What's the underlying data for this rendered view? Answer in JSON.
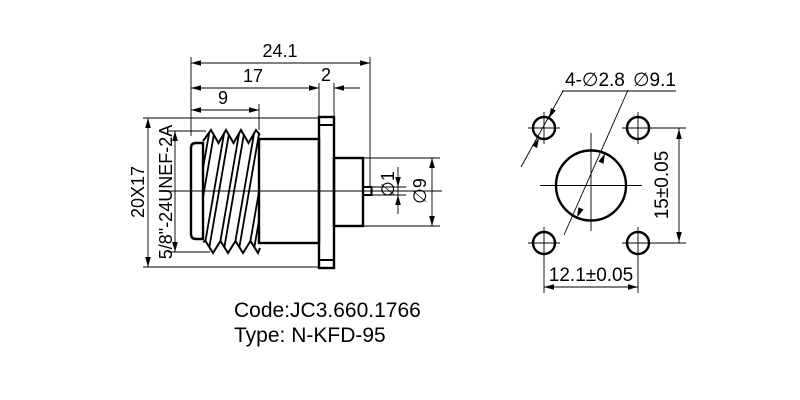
{
  "side_view": {
    "overall_length": "24.1",
    "body_length": "17",
    "flange_thickness": "2",
    "thread_length": "9",
    "flange_callout": "20X17",
    "thread_spec": "5/8\"-24UNEF-2A",
    "pin_diameter": "∅1",
    "insulator_diameter": "∅9"
  },
  "front_view": {
    "holes_callout": "4-∅2.8",
    "boss_diameter": "∅9.1",
    "hole_pitch_vertical": "15±0.05",
    "hole_pitch_horizontal": "12.1±0.05"
  },
  "title_block": {
    "code": "Code:JC3.660.1766",
    "type": "Type: N-KFD-95"
  }
}
